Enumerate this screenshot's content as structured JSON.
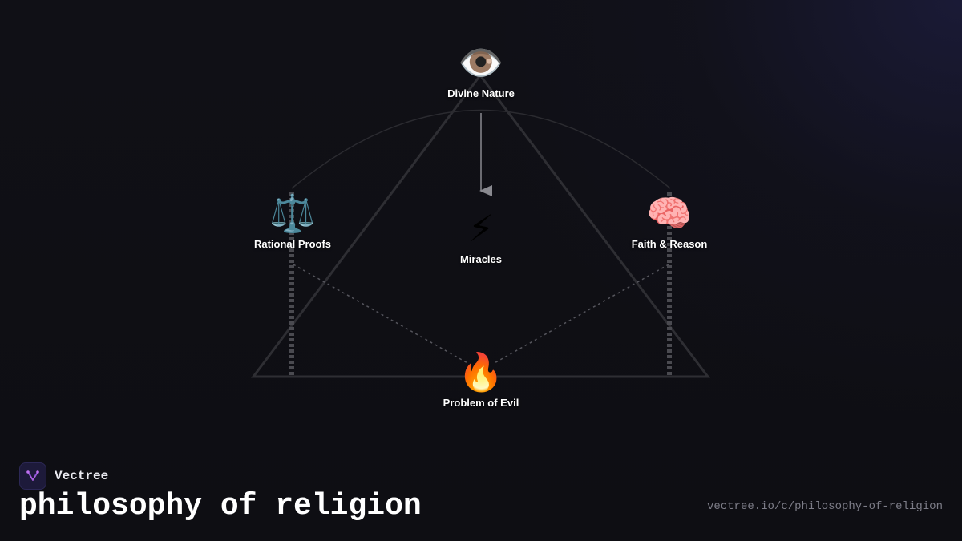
{
  "diagram": {
    "nodes": [
      {
        "id": "divine-nature",
        "label": "Divine Nature",
        "icon": "eye-icon",
        "glyph": "👁️"
      },
      {
        "id": "rational-proofs",
        "label": "Rational Proofs",
        "icon": "balance-scale-icon",
        "glyph": "⚖️"
      },
      {
        "id": "miracles",
        "label": "Miracles",
        "icon": "lightning-icon",
        "glyph": "⚡"
      },
      {
        "id": "faith-reason",
        "label": "Faith & Reason",
        "icon": "brain-icon",
        "glyph": "🧠"
      },
      {
        "id": "problem-of-evil",
        "label": "Problem of Evil",
        "icon": "fire-icon",
        "glyph": "🔥"
      }
    ],
    "colors": {
      "triangle_stroke": "#2e2e33",
      "arc_stroke": "#2b2b30",
      "arrow_stroke": "#8a8a90",
      "dotted_stroke": "#55555c",
      "background": "#0f0f14"
    }
  },
  "footer": {
    "brand_name": "Vectree",
    "brand_icon": "vectree-logo-icon",
    "title": "philosophy of religion",
    "url": "vectree.io/c/philosophy-of-religion"
  }
}
